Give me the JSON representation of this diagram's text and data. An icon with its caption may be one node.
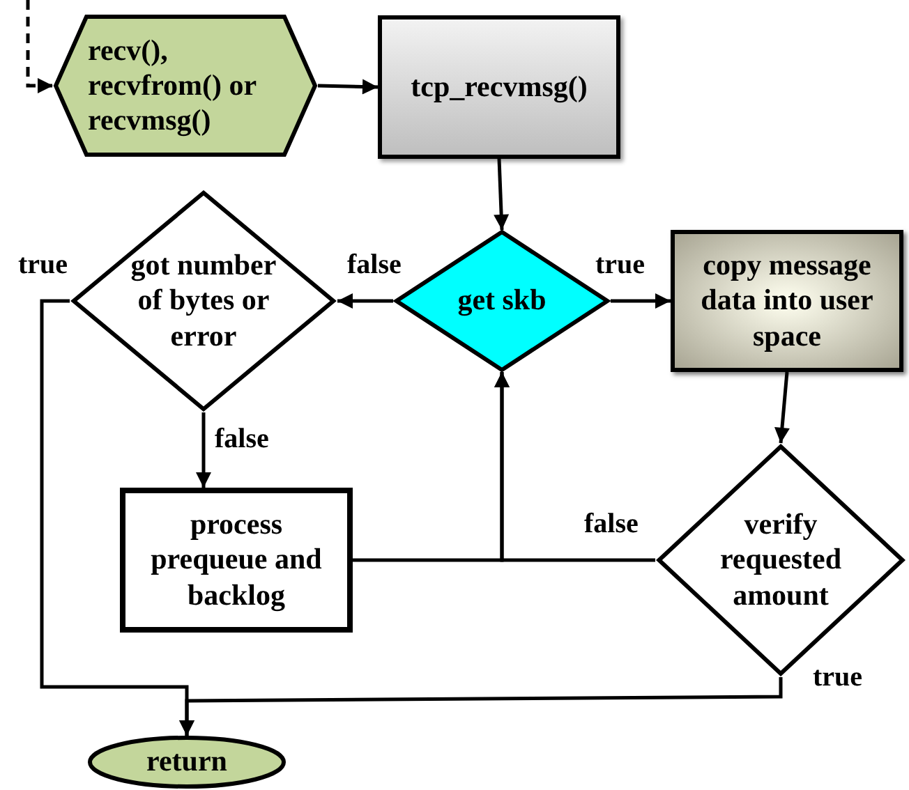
{
  "diagram": {
    "nodes": [
      {
        "text": [
          "recv(), recvfrom() or recvmsg()"
        ]
      },
      {
        "text": [
          "tcp_recvmsg()"
        ]
      },
      {
        "text": [
          "get skb"
        ]
      },
      {
        "text": [
          "got number of bytes or error"
        ]
      },
      {
        "text": [
          "copy message data into user space"
        ]
      },
      {
        "text": [
          "process prequeue and backlog"
        ]
      },
      {
        "text": [
          "verify requested amount"
        ]
      },
      {
        "text": [
          "return"
        ]
      }
    ],
    "edges": [
      {
        "from": null,
        "to": 0,
        "arrow": "to",
        "style": "dashed"
      },
      {
        "from": 0,
        "to": 1,
        "arrow": "to"
      },
      {
        "from": 1,
        "to": 2,
        "arrow": "to"
      },
      {
        "from": 2,
        "to": 3,
        "arrow": "to",
        "label": "false"
      },
      {
        "from": 2,
        "to": 4,
        "arrow": "to",
        "label": "true"
      },
      {
        "from": 3,
        "to": 7,
        "arrow": "to",
        "label": "true"
      },
      {
        "from": 3,
        "to": 5,
        "arrow": "to",
        "label": "false"
      },
      {
        "from": 4,
        "to": 6,
        "arrow": "to"
      },
      {
        "from": 5,
        "to": 2,
        "arrow": "to"
      },
      {
        "from": 6,
        "to": 2,
        "arrow": "to",
        "label": "false"
      },
      {
        "from": 6,
        "to": 7,
        "arrow": "to",
        "label": "true"
      }
    ]
  }
}
